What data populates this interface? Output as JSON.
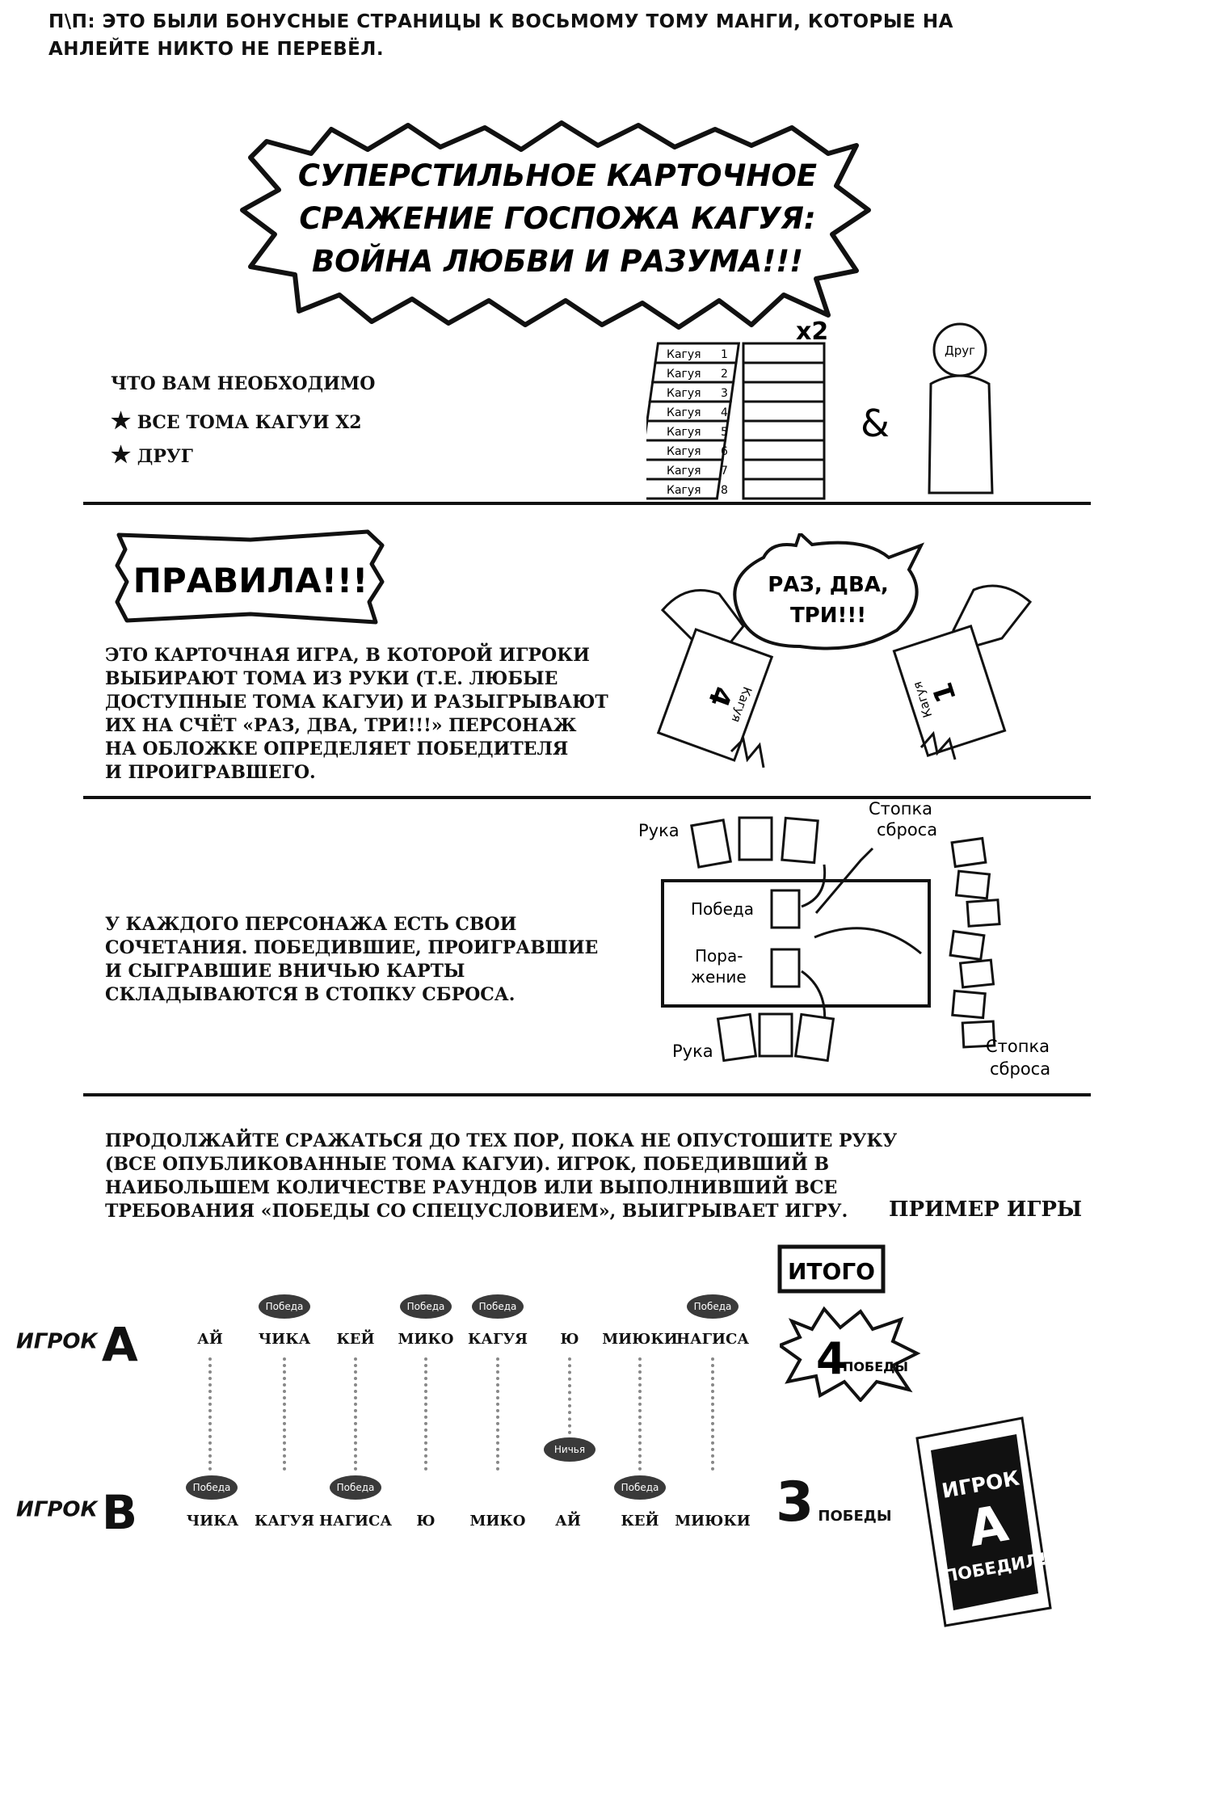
{
  "translator_note": {
    "line1": "П\\П: ЭТО БЫЛИ БОНУСНЫЕ СТРАНИЦЫ К ВОСЬМОМУ ТОМУ МАНГИ, КОТОРЫЕ НА",
    "line2": "АНЛЕЙТЕ НИКТО НЕ ПЕРЕВЁЛ."
  },
  "title": {
    "line1": "СУПЕРСТИЛЬНОЕ КАРТОЧНОЕ",
    "line2": "СРАЖЕНИЕ ГОСПОЖА КАГУЯ:",
    "line3": "ВОЙНА ЛЮБВИ И РАЗУМА!!!"
  },
  "requirements": {
    "heading": "ЧТО ВАМ НЕОБХОДИМО",
    "items": [
      "ВСЕ ТОМА КАГУИ Х2",
      "ДРУГ"
    ],
    "books_multiplier": "х2",
    "book_label": "Кагуя",
    "book_numbers": [
      "1",
      "2",
      "3",
      "4",
      "5",
      "6",
      "7",
      "8"
    ],
    "ampersand": "&",
    "friend_label": "Друг"
  },
  "rules": {
    "heading": "ПРАВИЛА!!!",
    "text": [
      "ЭТО КАРТОЧНАЯ ИГРА, В КОТОРОЙ ИГРОКИ",
      "ВЫБИРАЮТ ТОМА ИЗ РУКИ (Т.Е. ЛЮБЫЕ",
      "ДОСТУПНЫЕ ТОМА КАГУИ) И РАЗЫГРЫВАЮТ",
      "ИХ НА СЧЁТ «РАЗ, ДВА, ТРИ!!!» ПЕРСОНАЖ",
      "НА ОБЛОЖКЕ ОПРЕДЕЛЯЕТ ПОБЕДИТЕЛЯ",
      "И ПРОИГРАВШЕГО."
    ],
    "bubble": [
      "РАЗ, ДВА,",
      "ТРИ!!!"
    ],
    "card_left_label": "Кагуя",
    "card_left_number": "4",
    "card_right_label": "Кагуя",
    "card_right_number": "1"
  },
  "combos": {
    "text": [
      "У КАЖДОГО ПЕРСОНАЖА ЕСТЬ СВОИ",
      "СОЧЕТАНИЯ. ПОБЕДИВШИЕ, ПРОИГРАВШИЕ",
      "И СЫГРАВШИЕ ВНИЧЬЮ КАРТЫ",
      "СКЛАДЫВАЮТСЯ В СТОПКУ СБРОСА."
    ],
    "hand_top": "Рука",
    "hand_bottom": "Рука",
    "discard_top": [
      "Стопка",
      "сброса"
    ],
    "discard_bottom": [
      "Стопка",
      "сброса"
    ],
    "win": "Победа",
    "lose": [
      "Пора-",
      "жение"
    ]
  },
  "continue": {
    "text": [
      "ПРОДОЛЖАЙТЕ СРАЖАТЬСЯ ДО ТЕХ ПОР, ПОКА НЕ ОПУСТОШИТЕ РУКУ",
      "(ВСЕ ОПУБЛИКОВАННЫЕ ТОМА КАГУИ). ИГРОК, ПОБЕДИВШИЙ В",
      "НАИБОЛЬШЕМ КОЛИЧЕСТВЕ РАУНДОВ ИЛИ ВЫПОЛНИВШИЙ ВСЕ",
      "ТРЕБОВАНИЯ «ПОБЕДЫ СО СПЕЦУСЛОВИЕМ», ВЫИГРЫВАЕТ ИГРУ."
    ],
    "example_heading": "ПРИМЕР ИГРЫ"
  },
  "example": {
    "player_a": {
      "label": "ИГРОК",
      "letter": "A",
      "cards": [
        "АЙ",
        "ЧИКА",
        "КЕЙ",
        "МИКО",
        "КАГУЯ",
        "Ю",
        "МИЮКИ",
        "НАГИСА"
      ]
    },
    "player_b": {
      "label": "ИГРОК",
      "letter": "B",
      "cards": [
        "ЧИКА",
        "КАГУЯ",
        "НАГИСА",
        "Ю",
        "МИКО",
        "АЙ",
        "КЕЙ",
        "МИЮКИ"
      ]
    },
    "win_tag": "Победа",
    "draw_tag": "Ничья",
    "results_a": [
      "",
      "Победа",
      "",
      "Победа",
      "Победа",
      "",
      "",
      "Победа"
    ],
    "results_b": [
      "Победа",
      "",
      "Победа",
      "",
      "",
      "Ничья",
      "Победа",
      ""
    ],
    "total_heading": "ИТОГО",
    "a_wins_number": "4",
    "a_wins_word": "ПОБЕДЫ",
    "b_wins_number": "3",
    "b_wins_word": "ПОБЕДЫ",
    "winner": {
      "line1": "ИГРОК",
      "letter": "A",
      "line2": "ПОБЕДИЛ!"
    }
  }
}
